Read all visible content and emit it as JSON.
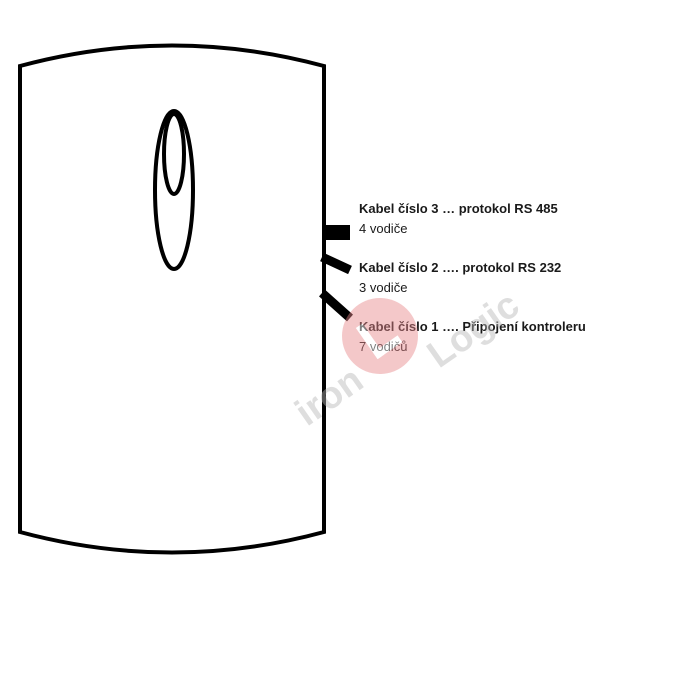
{
  "cables": [
    {
      "title": "Kabel číslo 1 …. Připojení kontroleru",
      "wires": "7 vodičů"
    },
    {
      "title": "Kabel číslo 2 …. protokol RS 232",
      "wires": "3 vodiče"
    },
    {
      "title": "Kabel číslo 3 … protokol RS 485",
      "wires": "4 vodiče"
    }
  ],
  "watermark": {
    "left_text": "iron",
    "right_text": "Logic",
    "logo_color": "#e8868a",
    "text_color": "#b8b8b8"
  },
  "colors": {
    "outline": "#000000",
    "background": "#ffffff"
  }
}
